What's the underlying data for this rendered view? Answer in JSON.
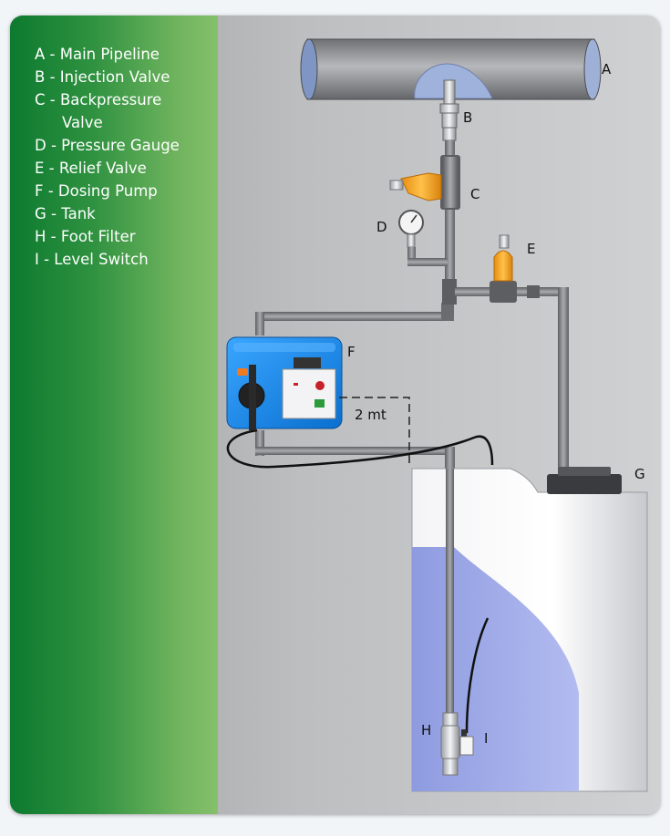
{
  "legend": {
    "items": [
      "A - Main Pipeline",
      "B - Injection Valve",
      "C - Backpressure",
      "Valve",
      "D - Pressure Gauge",
      "E - Relief Valve",
      "F - Dosing Pump",
      "G - Tank",
      "H - Foot Filter",
      "I - Level Switch"
    ]
  },
  "labels": {
    "a": "A",
    "b": "B",
    "c": "C",
    "d": "D",
    "e": "E",
    "f": "F",
    "g": "G",
    "h": "H",
    "i": "I",
    "distance": "2 mt"
  },
  "colors": {
    "panel_green": "#2f9240",
    "valve_orange": "#f0a020",
    "pump_blue": "#1a8fe8",
    "tank_liquid": "#9aa6e6",
    "pipe_gray": "#8a8c90"
  }
}
